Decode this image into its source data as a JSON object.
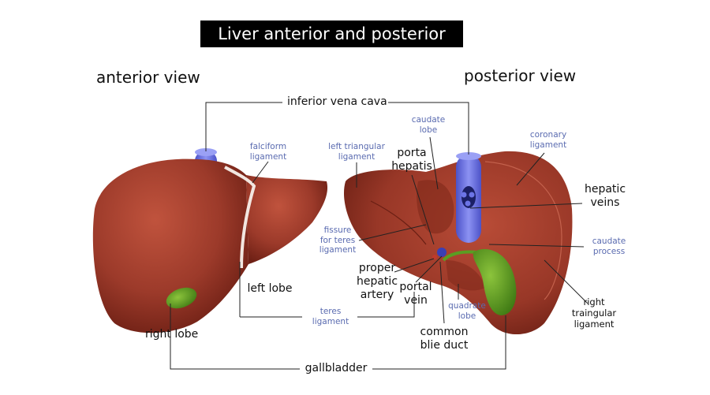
{
  "title": "Liver anterior and posterior view",
  "views": {
    "anterior": "anterior view",
    "posterior": "posterior view"
  },
  "labels": {
    "inferior_vena_cava": "inferior vena cava",
    "falciform_ligament": "falciform\nligament",
    "left_triangular_ligament": "left triangular\nligament",
    "caudate_lobe": "caudate\nlobe",
    "coronary_ligament": "coronary\nligament",
    "porta_hepatis": "porta\nhepatis",
    "hepatic_veins": "hepatic\nveins",
    "fissure_for_teres_ligament": "fissure\nfor teres\nligament",
    "caudate_process": "caudate\nprocess",
    "proper_hepatic_artery": "proper\nhepatic\nartery",
    "portal_vein": "portal\nvein",
    "left_lobe": "left lobe",
    "right_lobe": "right lobe",
    "teres_ligament": "teres\nligament",
    "quadrate_lobe": "quadrate\nlobe",
    "right_triangular_ligament": "right\ntraingular\nligament",
    "common_bile_duct": "common\nblie duct",
    "gallbladder": "gallbladder"
  },
  "colors": {
    "liver": "#9c3a2a",
    "liver_dark": "#6e2015",
    "vena_cava": "#6c74e6",
    "gallbladder": "#4f8f1e",
    "label_blue": "#5a6bb0"
  }
}
